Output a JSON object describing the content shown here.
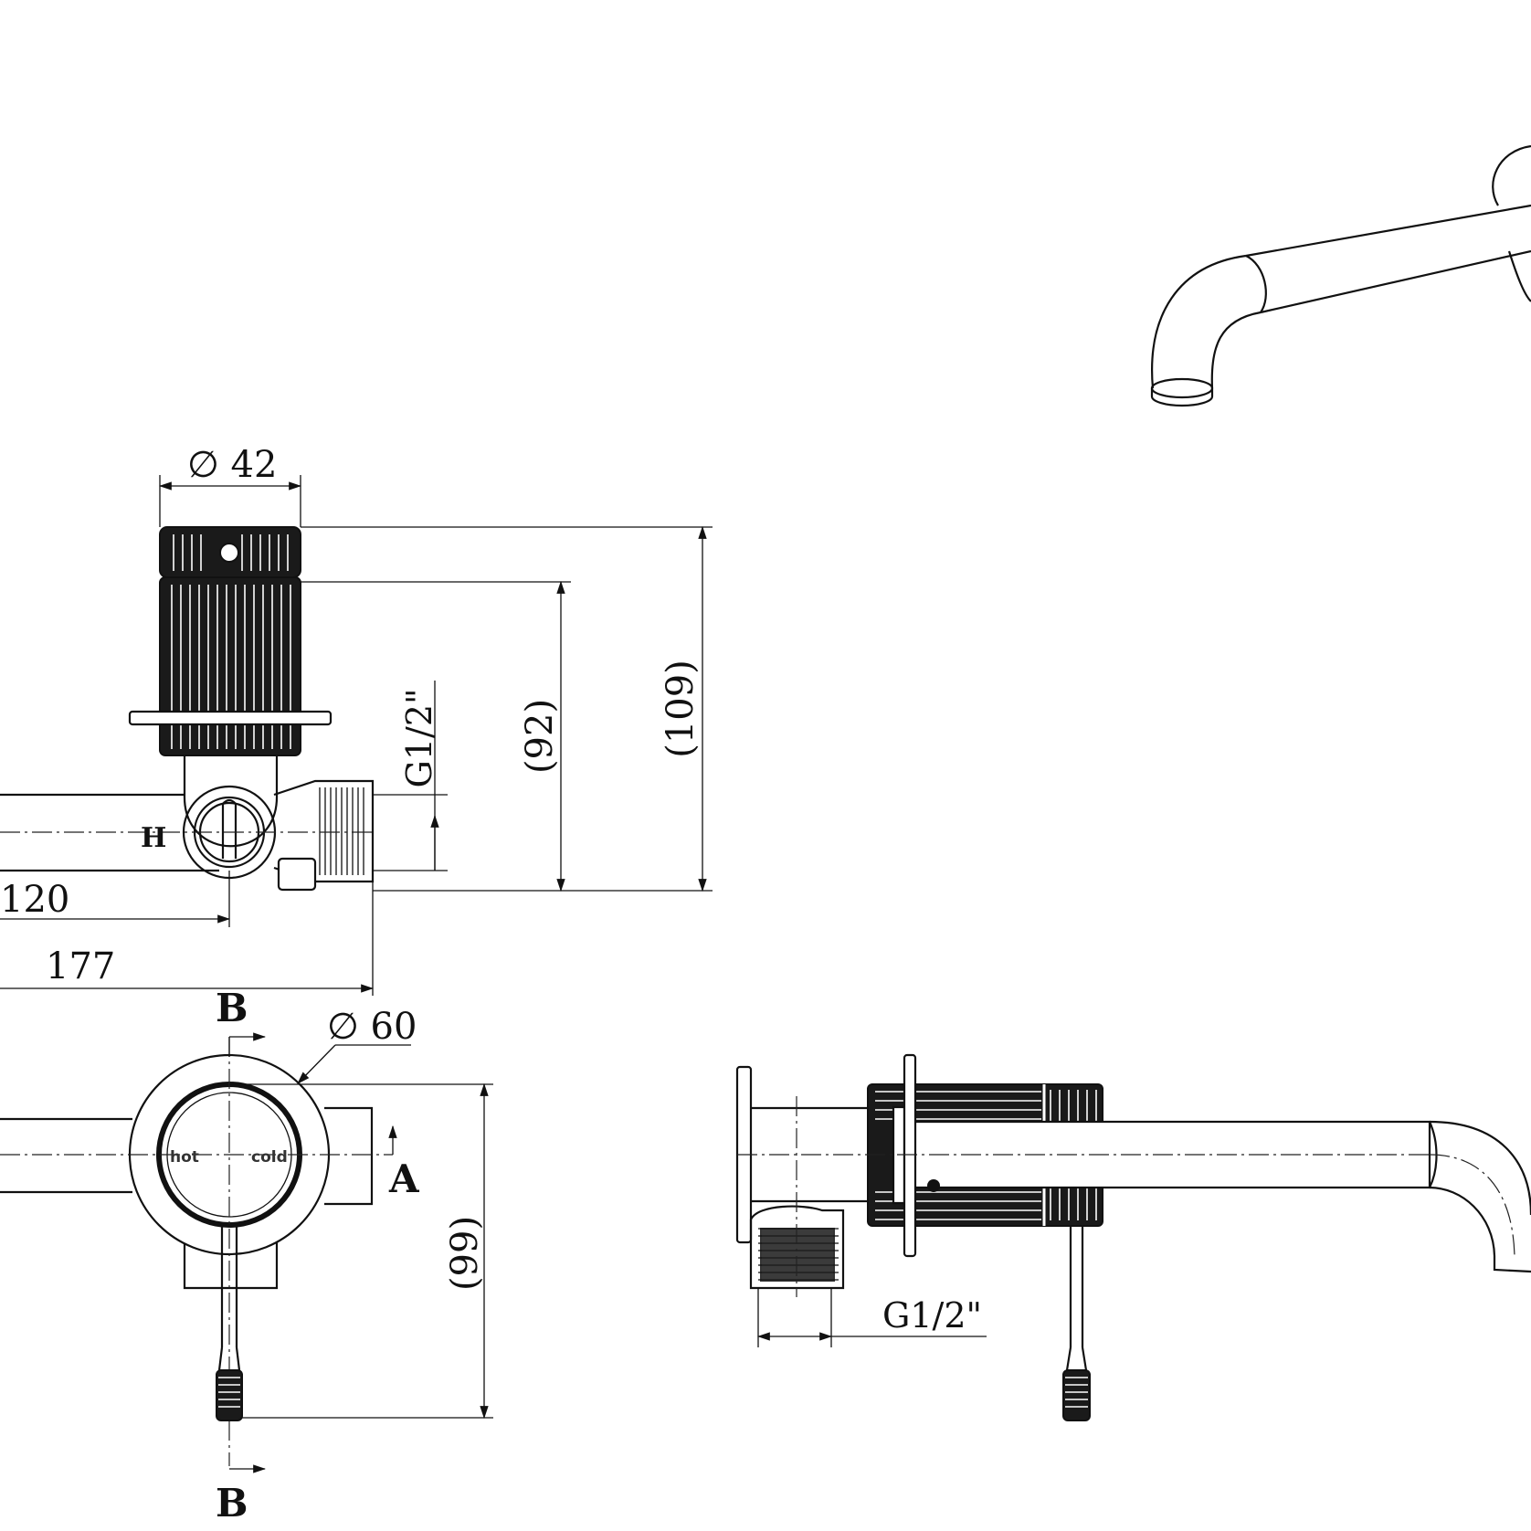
{
  "dimensions": {
    "diameter_top": "∅ 42",
    "height_92": "(92)",
    "height_109": "(109)",
    "thread_side": "G1/2\"",
    "length_120": "120",
    "length_177": "177",
    "diameter_plate": "∅ 60",
    "height_99": "(99)",
    "thread_bottom": "G1/2\""
  },
  "section_labels": {
    "b_top": "B",
    "b_bottom": "B",
    "a": "A"
  },
  "handle_labels": {
    "hot": "hot",
    "cold": "cold",
    "h_mark": "H"
  }
}
